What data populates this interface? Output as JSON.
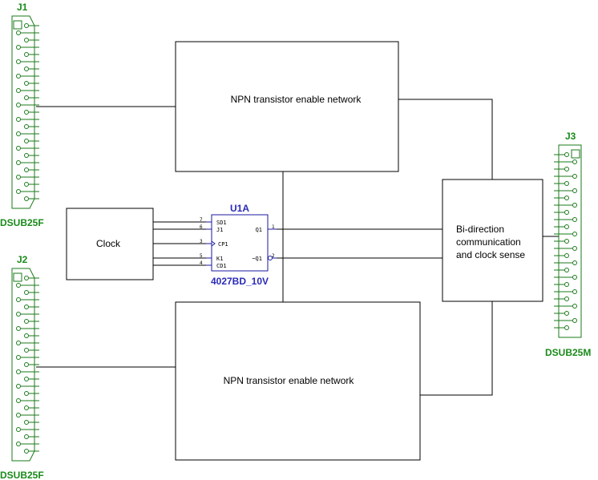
{
  "connectors": {
    "j1": {
      "ref": "J1",
      "type": "DSUB25F"
    },
    "j2": {
      "ref": "J2",
      "type": "DSUB25F"
    },
    "j3": {
      "ref": "J3",
      "type": "DSUB25M"
    }
  },
  "blocks": {
    "npn_top": {
      "label": "NPN transistor enable network"
    },
    "npn_bottom": {
      "label": "NPN transistor enable network"
    },
    "clock": {
      "label": "Clock"
    },
    "bidir": {
      "lines": [
        "Bi-direction",
        "communication",
        "and clock sense"
      ]
    }
  },
  "ic": {
    "ref": "U1A",
    "part": "4027BD_10V",
    "pins": [
      {
        "name": "SD1",
        "num": "7"
      },
      {
        "name": "J1",
        "num": "6"
      },
      {
        "name": "CP1",
        "num": "3"
      },
      {
        "name": "K1",
        "num": "5"
      },
      {
        "name": "CD1",
        "num": "4"
      },
      {
        "name": "Q1",
        "num": "1"
      },
      {
        "name": "~Q1",
        "num": "2"
      }
    ]
  }
}
